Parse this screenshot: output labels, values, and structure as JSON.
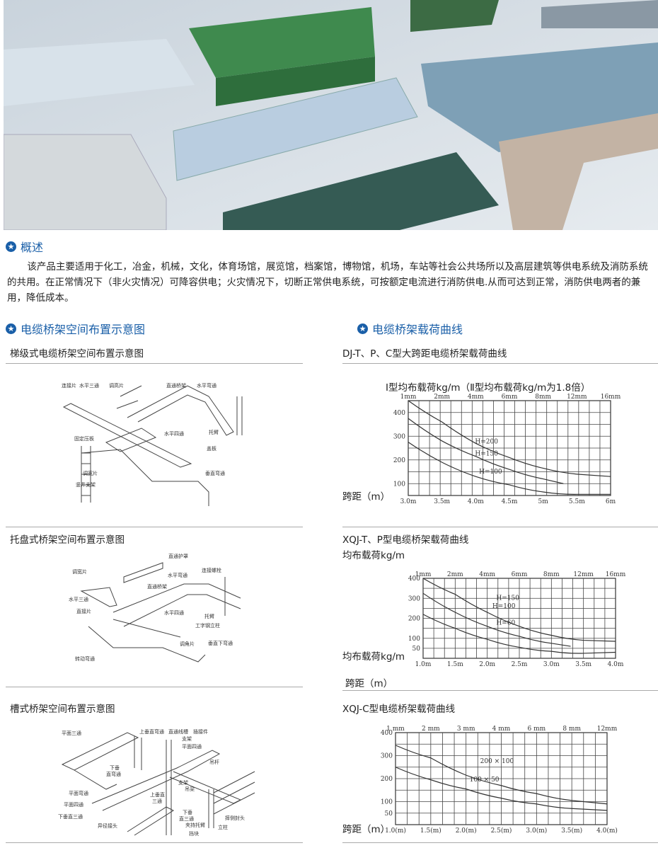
{
  "overview": {
    "title": "概述",
    "icon": "star-circle-icon",
    "text": "该产品主要适用于化工，冶金，机械，文化，体育场馆，展览馆，档案馆，博物馆，机场，车站等社会公共场所以及高层建筑等供电系统及消防系统的共用。在正常情况下（非火灾情况）可降容供电；火灾情况下，切断正常供电系统，可按额定电流进行消防供电.从而可达到正常，消防供电两者的兼用，降低成本。"
  },
  "layout_section": {
    "title": "电缆桥架空间布置示意图",
    "diagrams": [
      {
        "title": "梯级式电缆桥架空间布置示意图",
        "labels": [
          "连接片",
          "水平三通",
          "调高片",
          "直通桥架",
          "水平弯通",
          "托臂",
          "水平四通",
          "盖板",
          "固定压板",
          "调宽片",
          "垂直弯通",
          "竖井支架"
        ]
      },
      {
        "title": "托盘式桥架空间布置示意图",
        "labels": [
          "直通护罩",
          "调宽片",
          "连接螺栓",
          "水平弯通",
          "直通桥架",
          "水平三通",
          "直接片",
          "水平四通",
          "托臂",
          "工字钢立柱",
          "调角片",
          "垂直下弯通",
          "转动弯通"
        ]
      },
      {
        "title": "槽式桥架空间布置示意图",
        "labels": [
          "平面三通",
          "上垂直弯通",
          "直通线槽",
          "插接件",
          "支架",
          "平面四通",
          "吊杆",
          "下垂",
          "直弯通",
          "平面弯通",
          "支架",
          "吊梁",
          "平面四通",
          "上垂直",
          "三通",
          "下垂直三通",
          "下垂",
          "直三通",
          "夹持托臂",
          "立柱",
          "异径接头",
          "挡块",
          "摔侧封头"
        ]
      }
    ]
  },
  "load_section": {
    "title": "电缆桥架载荷曲线",
    "c1_heading": "DJ-T、P、C型大跨距电缆桥架载荷曲线",
    "c2_heading": "XQJ-T、P型电缆桥架载荷曲线",
    "c2_ylabel_top": "均布载荷kg/m",
    "c2_ylabel": "均布载荷kg/m",
    "c3_heading": "XQJ-C型电缆桥架载荷曲线",
    "span_label": "跨距（m）"
  },
  "chart_data": [
    {
      "type": "line",
      "title": "Ⅰ型均布载荷kg/m（Ⅱ型均布载荷kg/m为1.8倍）",
      "xlabel": "跨距（m）",
      "xlim": [
        3.0,
        6.0
      ],
      "ylim": [
        50,
        450
      ],
      "xticks": [
        "3.0m",
        "3.5m",
        "4.0m",
        "4.5m",
        "5m",
        "5.5m",
        "6m"
      ],
      "top_ticks": [
        "1mm",
        "2mm",
        "4mm",
        "6mm",
        "8mm",
        "12mm",
        "16mm"
      ],
      "yticks": [
        100,
        200,
        300,
        400
      ],
      "series": [
        {
          "name": "H=200",
          "x": [
            3.0,
            3.5,
            4.0,
            4.5,
            5.0,
            5.5,
            6.0
          ],
          "y": [
            450,
            360,
            270,
            210,
            165,
            140,
            130
          ]
        },
        {
          "name": "H=150",
          "x": [
            3.0,
            3.5,
            4.0,
            4.5,
            5.0,
            5.3
          ],
          "y": [
            375,
            280,
            215,
            160,
            120,
            100
          ]
        },
        {
          "name": "H=100",
          "x": [
            3.0,
            3.5,
            4.0,
            4.5,
            5.0,
            5.5,
            6.0
          ],
          "y": [
            275,
            190,
            130,
            95,
            65,
            55,
            55
          ]
        }
      ]
    },
    {
      "type": "line",
      "title": "",
      "ylabel": "均布载荷kg/m",
      "xlabel": "跨距（m）",
      "xlim": [
        1.0,
        4.0
      ],
      "ylim": [
        0,
        400
      ],
      "xticks": [
        "1.0m",
        "1.5m",
        "2.0m",
        "2.5m",
        "3.0m",
        "3.5m",
        "4.0m"
      ],
      "top_ticks": [
        "1mm",
        "2mm",
        "4mm",
        "6mm",
        "8mm",
        "12mm",
        "16mm"
      ],
      "yticks": [
        50,
        100,
        200,
        300,
        400
      ],
      "series": [
        {
          "name": "H=150",
          "x": [
            1.0,
            1.5,
            2.0,
            2.5,
            3.0,
            3.5,
            4.0
          ],
          "y": [
            400,
            320,
            230,
            160,
            115,
            90,
            85
          ]
        },
        {
          "name": "H=100",
          "x": [
            1.0,
            1.5,
            2.0,
            2.5,
            3.0,
            3.3
          ],
          "y": [
            325,
            230,
            160,
            110,
            75,
            60
          ]
        },
        {
          "name": "H=60",
          "x": [
            1.0,
            1.5,
            2.0,
            2.5,
            3.0,
            3.5,
            4.0
          ],
          "y": [
            220,
            150,
            95,
            55,
            35,
            25,
            30
          ]
        }
      ]
    },
    {
      "type": "line",
      "title": "",
      "xlabel": "跨距（m）",
      "xlim": [
        1.0,
        4.0
      ],
      "ylim": [
        0,
        400
      ],
      "xticks": [
        "1.0",
        "1.5",
        "2.0",
        "2.5",
        "3.0",
        "3.5",
        "4.0"
      ],
      "xunit": "(m)",
      "top_ticks": [
        "1 mm",
        "2 mm",
        "3 mm",
        "4 mm",
        "6 mm",
        "8 mm",
        "12mm"
      ],
      "yticks": [
        50,
        100,
        200,
        300,
        400
      ],
      "series": [
        {
          "name": "200 × 100",
          "x": [
            1.0,
            1.5,
            2.0,
            2.5,
            3.0,
            3.5,
            4.0
          ],
          "y": [
            345,
            290,
            215,
            170,
            135,
            105,
            90
          ]
        },
        {
          "name": "100 × 50",
          "x": [
            1.0,
            1.5,
            2.0,
            2.5,
            3.0,
            3.5,
            4.0
          ],
          "y": [
            250,
            195,
            155,
            115,
            90,
            70,
            62
          ]
        }
      ]
    }
  ]
}
